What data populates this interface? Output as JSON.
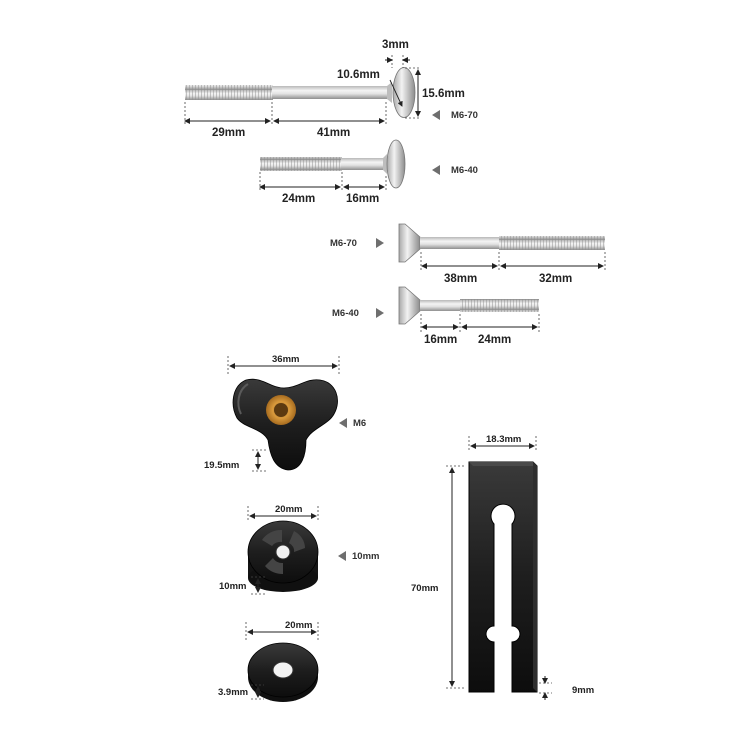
{
  "bolts": {
    "carriage_m6_70": {
      "label": "M6-70",
      "thread_len": "29mm",
      "shank_len": "41mm",
      "head_thick": "3mm",
      "neck": "10.6mm",
      "head_dia": "15.6mm"
    },
    "carriage_m6_40": {
      "label": "M6-40",
      "thread_len": "24mm",
      "shank_len": "16mm"
    },
    "flat_m6_70": {
      "label": "M6-70",
      "shank_len": "38mm",
      "thread_len": "32mm"
    },
    "flat_m6_40": {
      "label": "M6-40",
      "shank_len": "16mm",
      "thread_len": "24mm"
    }
  },
  "knob": {
    "width": "36mm",
    "thread": "M6",
    "height": "19.5mm"
  },
  "bushing": {
    "diameter": "20mm",
    "height": "10mm",
    "side_note": "10mm"
  },
  "washer": {
    "diameter": "20mm",
    "thickness": "3.9mm"
  },
  "clamp_bar": {
    "width": "18.3mm",
    "length": "70mm",
    "thickness": "9mm"
  },
  "colors": {
    "background": "#ffffff",
    "metal_light": "#e6e6e6",
    "metal_dark": "#9a9a9a",
    "plastic": "#1b1b1b",
    "brass": "#c9892f",
    "arrow": "#6e6e6e"
  }
}
